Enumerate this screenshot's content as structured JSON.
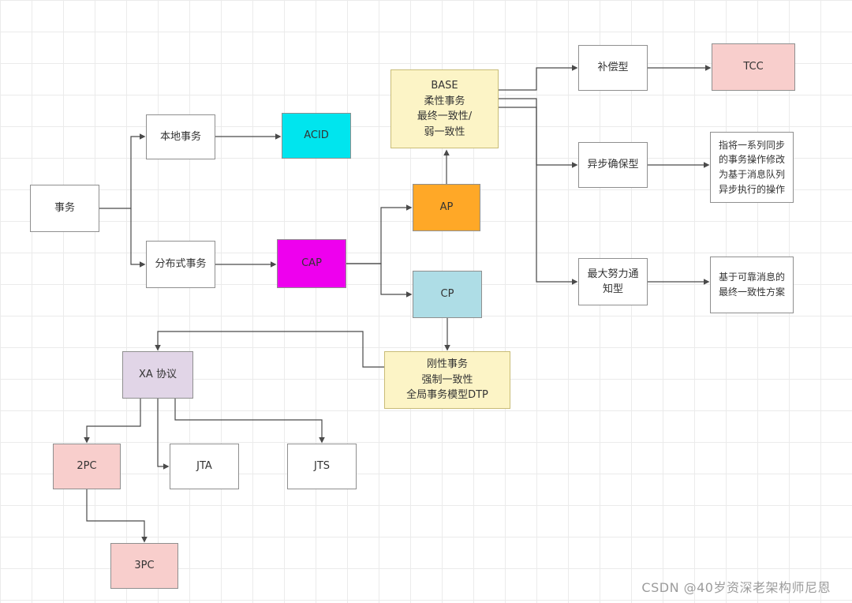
{
  "watermark": "CSDN @40岁资深老架构师尼恩",
  "colors": {
    "acid_fill": "#00e5ee",
    "cap_fill": "#ee00ee",
    "ap_fill": "#ffa827",
    "cp_fill": "#aedde6",
    "soft_yellow_fill": "#fcf4c6",
    "purple_fill": "#e1d5e7",
    "pink_fill": "#f8cecc",
    "plain_fill": "#ffffff",
    "line_color": "#4a4a4a",
    "grid_color": "#ebebeb"
  },
  "nodes": {
    "transaction": {
      "label": "事务"
    },
    "local_transaction": {
      "label": "本地事务"
    },
    "acid": {
      "label": "ACID"
    },
    "distributed_transaction": {
      "label": "分布式事务"
    },
    "cap": {
      "label": "CAP"
    },
    "ap": {
      "label": "AP"
    },
    "base": {
      "label": "BASE\n柔性事务\n最终一致性/\n弱一致性"
    },
    "cp": {
      "label": "CP"
    },
    "compensation": {
      "label": "补偿型"
    },
    "tcc": {
      "label": "TCC"
    },
    "async_ensure": {
      "label": "异步确保型"
    },
    "async_ensure_desc": {
      "label": "指将一系列同步\n的事务操作修改\n为基于消息队列\n异步执行的操作"
    },
    "best_effort_notify": {
      "label": "最大努力通\n知型"
    },
    "best_effort_desc": {
      "label": "基于可靠消息的\n最终一致性方案"
    },
    "rigid_transaction": {
      "label": "刚性事务\n强制一致性\n全局事务模型DTP"
    },
    "xa_protocol": {
      "label": "XA 协议"
    },
    "two_pc": {
      "label": "2PC"
    },
    "jta": {
      "label": "JTA"
    },
    "jts": {
      "label": "JTS"
    },
    "three_pc": {
      "label": "3PC"
    }
  }
}
